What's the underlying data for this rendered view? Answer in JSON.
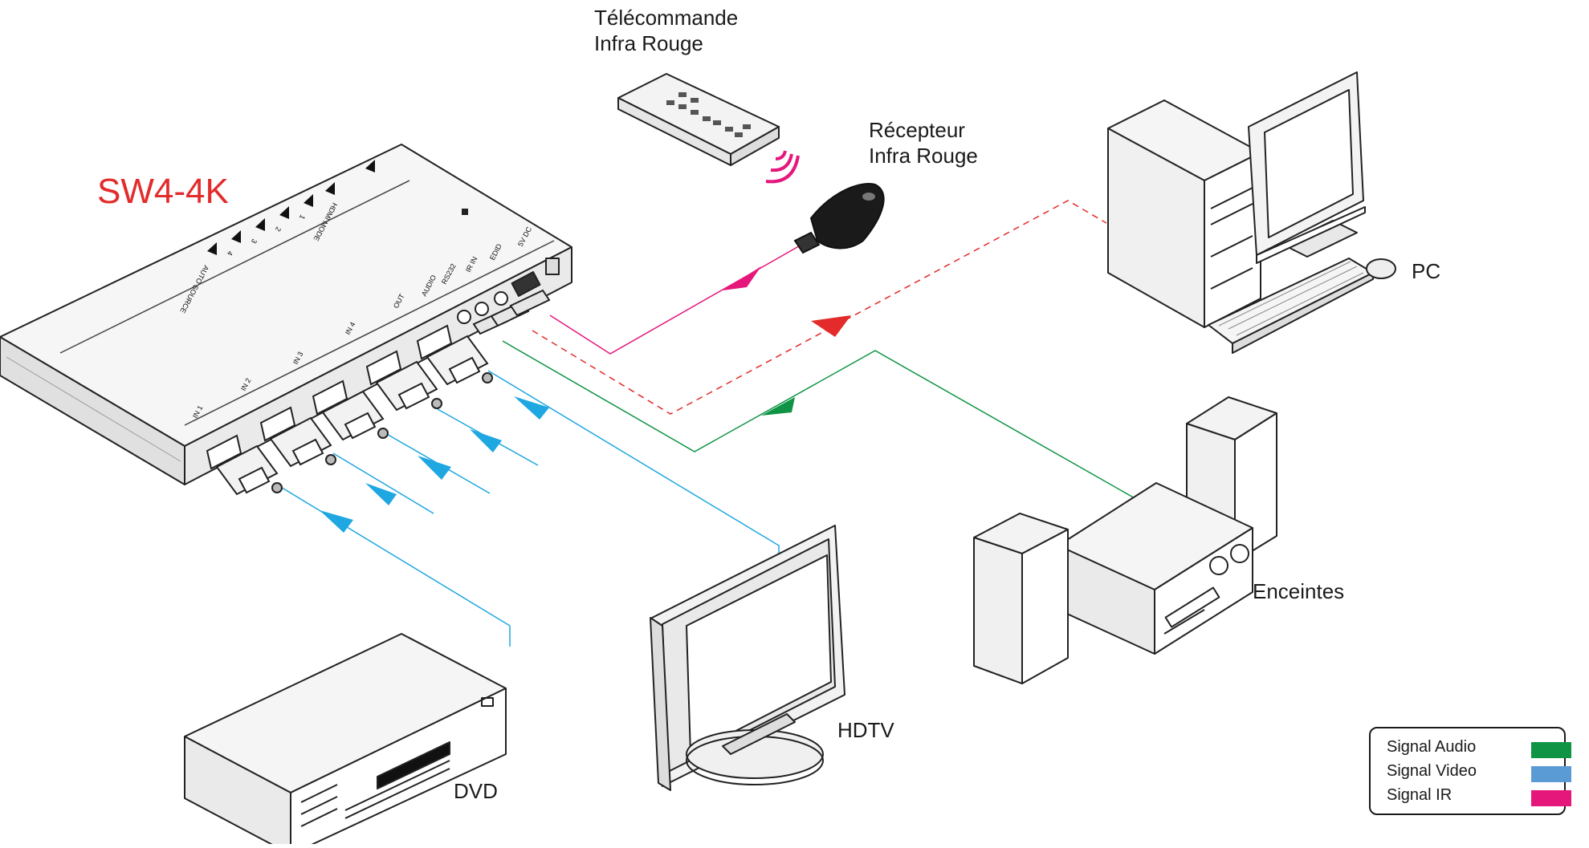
{
  "title": "SW4-4K",
  "labels": {
    "remote": [
      "Télécommande",
      "Infra Rouge"
    ],
    "receiver": [
      "Récepteur",
      "Infra Rouge"
    ],
    "pc": "PC",
    "speakers": "Enceintes",
    "hdtv": "HDTV",
    "dvd": "DVD"
  },
  "switch_panel": {
    "front_ports": [
      "IN 1",
      "IN 2",
      "IN 3",
      "IN 4",
      "OUT",
      "AUDIO",
      "RS232",
      "IR IN",
      "EDID",
      "5V DC"
    ],
    "top_buttons": [
      "AUTO SOURCE",
      "4",
      "3",
      "2",
      "1",
      "HDMI MODE"
    ]
  },
  "legend": [
    {
      "label": "Signal Audio",
      "color": "#0e9444"
    },
    {
      "label": "Signal Video",
      "color": "#5b9bd5"
    },
    {
      "label": "Signal IR",
      "color": "#e5177b"
    }
  ],
  "colors": {
    "title": "#e32b2b",
    "video": "#1ea7e1",
    "audio": "#0e9444",
    "ir": "#e5177b",
    "rs232": "#e32b2b"
  }
}
